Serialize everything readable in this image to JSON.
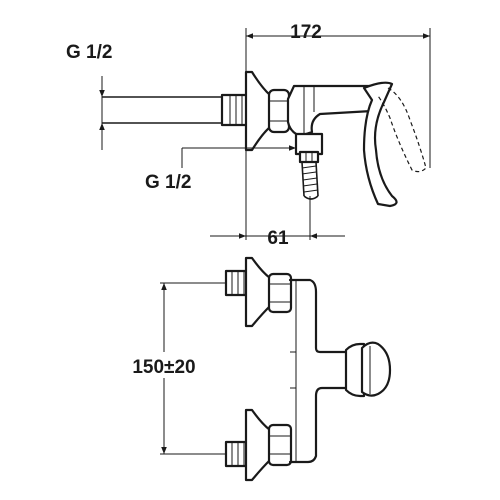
{
  "dimensions": {
    "thread_inlet": "G 1/2",
    "thread_outlet": "G 1/2",
    "overall_depth": "172",
    "outlet_offset": "61",
    "inlet_spacing": "150±20"
  }
}
